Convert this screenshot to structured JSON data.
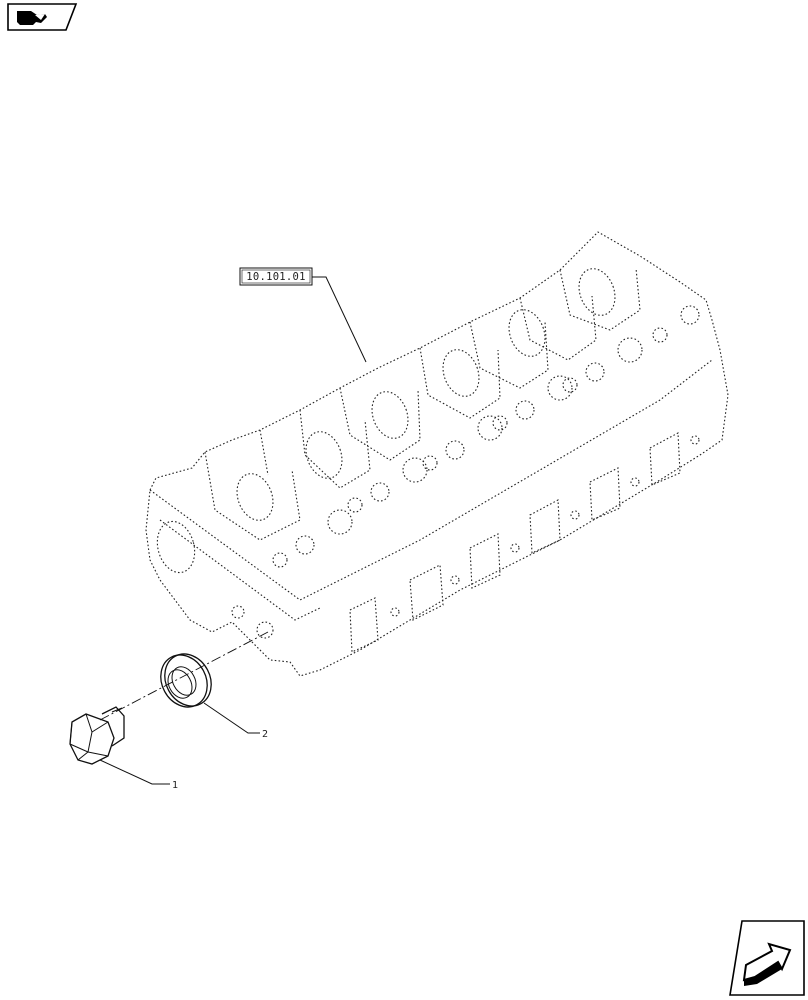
{
  "reference_label": "10.101.01",
  "callouts": {
    "plug": "1",
    "washer": "2"
  },
  "icons": {
    "top_left": "book-arrow-icon",
    "bottom_right": "next-page-arrow-icon"
  }
}
